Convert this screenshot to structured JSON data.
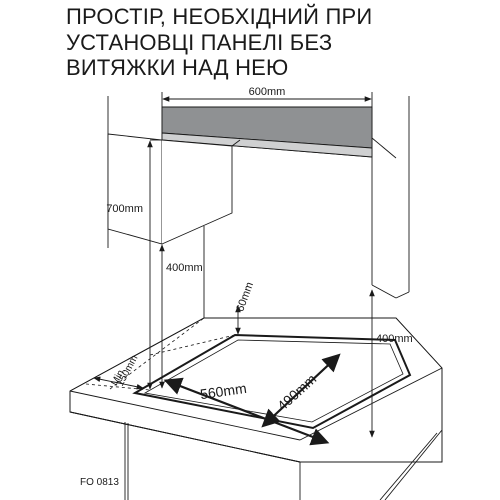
{
  "title": {
    "lines": [
      "ПРОСТІР, НЕОБХІДНИЙ ПРИ",
      "УСТАНОВЦІ ПАНЕЛІ БЕЗ",
      "ВИТЯЖКИ НАД НЕЮ"
    ]
  },
  "dimensions": {
    "width_top": "600mm",
    "height_cabinet": "700mm",
    "height_left": "400mm",
    "height_right": "400mm",
    "rear_gap": "60mm",
    "side_gap_line1": "150mm",
    "side_gap_line2": "Min.",
    "cutout_width": "560mm",
    "cutout_depth": "490mm"
  },
  "figure_code": "FO 0813"
}
